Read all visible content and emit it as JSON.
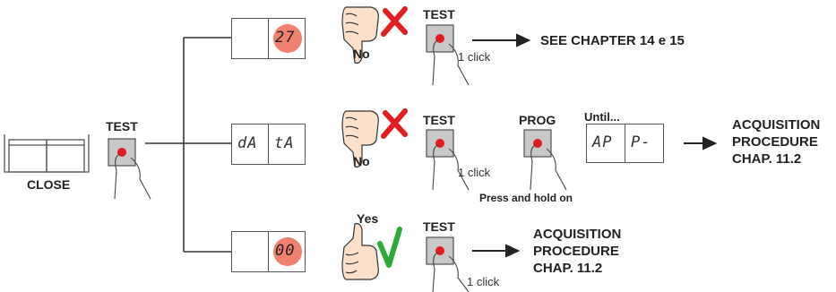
{
  "gate": {
    "label": "CLOSE"
  },
  "main_test": {
    "label": "TEST"
  },
  "colors": {
    "wire": "#333333",
    "led": "#f08070",
    "cross": "#e41e1e",
    "check": "#2eaa3a",
    "button_red": "#e11b22"
  },
  "rows": [
    {
      "display": [
        "",
        "27"
      ],
      "result": "No",
      "result_icon": "thumbs-down-icon",
      "mark_icon": "cross-icon",
      "test_label": "TEST",
      "click_text": "1 click",
      "outcome": "SEE CHAPTER 14 e 15"
    },
    {
      "display": [
        "dA",
        "tA"
      ],
      "result": "No",
      "result_icon": "thumbs-down-icon",
      "mark_icon": "cross-icon",
      "test_label": "TEST",
      "click_text": "1 click",
      "prog_label": "PROG",
      "until_label": "Until...",
      "until_display": [
        "AP",
        "P-"
      ],
      "hold_text": "Press and hold on",
      "outcome_lines": [
        "ACQUISITION",
        "PROCEDURE",
        "CHAP. 11.2"
      ]
    },
    {
      "display": [
        "",
        "00"
      ],
      "result": "Yes",
      "result_icon": "thumbs-up-icon",
      "mark_icon": "check-icon",
      "test_label": "TEST",
      "click_text": "1 click",
      "outcome_lines": [
        "ACQUISITION",
        "PROCEDURE",
        "CHAP. 11.2"
      ]
    }
  ]
}
